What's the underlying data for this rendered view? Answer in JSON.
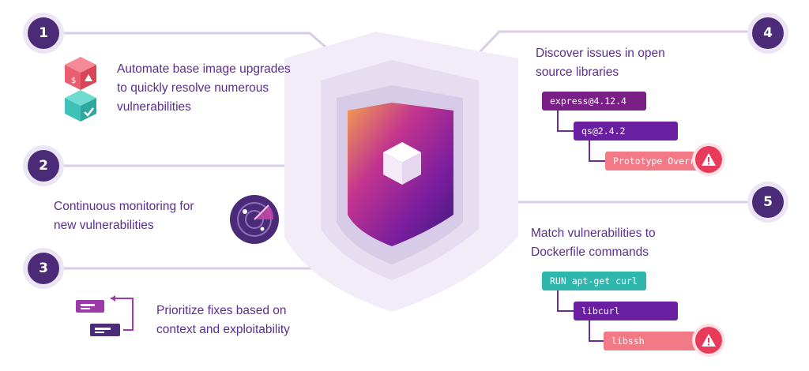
{
  "steps": [
    {
      "number": "1",
      "text": [
        "Automate base image upgrades",
        "to quickly resolve numerous",
        "vulnerabilities"
      ]
    },
    {
      "number": "2",
      "text": [
        "Continuous monitoring for",
        "new vulnerabilities"
      ]
    },
    {
      "number": "3",
      "text": [
        "Prioritize fixes based on",
        "context and exploitability"
      ]
    },
    {
      "number": "4",
      "text": [
        "Discover issues in open",
        "source libraries"
      ]
    },
    {
      "number": "5",
      "text": [
        "Match vulnerabilities to",
        "Dockerfile commands"
      ]
    }
  ],
  "dependency_tree_1": {
    "root": "express@4.12.4",
    "child": "qs@2.4.2",
    "issue": "Prototype Override"
  },
  "dependency_tree_2": {
    "root": "RUN apt-get curl",
    "child": "libcurl",
    "issue": "libssh"
  },
  "colors": {
    "primary_purple": "#4b2a78",
    "text_purple": "#5b2d90",
    "alert_red": "#e83b5a",
    "teal": "#3ec2b8",
    "pink": "#f06e7e"
  },
  "icons": {
    "center": "cube-icon",
    "step1": "cube-stack-icon",
    "step2": "radar-icon",
    "step3": "swap-cards-icon",
    "alert": "warning-icon"
  }
}
